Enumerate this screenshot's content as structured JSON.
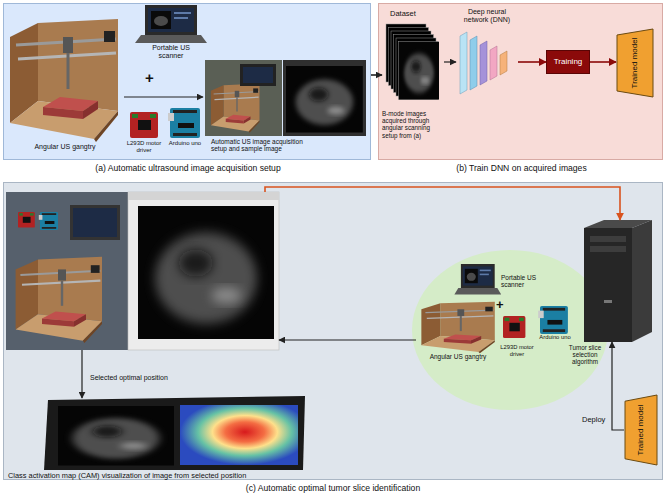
{
  "diagram": {
    "nodes": [
      {
        "text": [
          "(a) Automatic ultrasound image acquisition setup"
        ]
      },
      {
        "text": [
          "Angular US gangtry"
        ],
        "in": 0
      },
      {
        "text": [
          "Portable US scanner"
        ],
        "in": 0
      },
      {
        "text": [
          "L293D motor driver"
        ],
        "in": 0
      },
      {
        "text": [
          "Arduino uno"
        ],
        "in": 0
      },
      {
        "text": [
          "Automatic US image acquisition setup and sample image"
        ],
        "in": 0
      },
      {
        "text": [
          "(b) Train DNN on acquired images"
        ]
      },
      {
        "text": [
          "Dataset",
          "B-mode images acquired through angular scanning setup from (a)"
        ],
        "in": 6
      },
      {
        "text": [
          "Deep neural network (DNN)"
        ],
        "in": 6
      },
      {
        "text": [
          "Training"
        ],
        "in": 6
      },
      {
        "text": [
          "Trained model"
        ],
        "in": 6
      },
      {
        "text": [
          "(c) Automatic optimal tumor slice identification"
        ]
      },
      {
        "text": [
          "Selected optimal position"
        ],
        "in": 11
      },
      {
        "text": [
          "Class activation map (CAM) visualization of image from selected position"
        ],
        "in": 11
      },
      {
        "text": [
          "Portable US scanner"
        ],
        "in": 11
      },
      {
        "text": [
          "Angular US gangtry"
        ],
        "in": 11
      },
      {
        "text": [
          "L293D motor driver"
        ],
        "in": 11
      },
      {
        "text": [
          "Arduino uno"
        ],
        "in": 11
      },
      {
        "text": [
          "Tumor slice selection algorithm"
        ],
        "in": 11
      },
      {
        "text": [
          "Trained model"
        ],
        "in": 11
      }
    ],
    "edges": [
      {
        "from": 1,
        "to": 5,
        "arrow": "to"
      },
      {
        "from": 0,
        "to": 7,
        "arrow": "to"
      },
      {
        "from": 7,
        "to": 8,
        "arrow": "to"
      },
      {
        "from": 8,
        "to": 9,
        "arrow": "to"
      },
      {
        "from": 9,
        "to": 10,
        "arrow": "to"
      },
      {
        "from": 19,
        "to": 18,
        "label": "Deploy",
        "arrow": "to"
      },
      {
        "from": 15,
        "to": 12,
        "arrow": "to"
      },
      {
        "from": 12,
        "to": 18,
        "arrow": "to"
      },
      {
        "from": 12,
        "to": 13,
        "arrow": "to"
      }
    ],
    "labels": [
      "+",
      "+"
    ]
  }
}
